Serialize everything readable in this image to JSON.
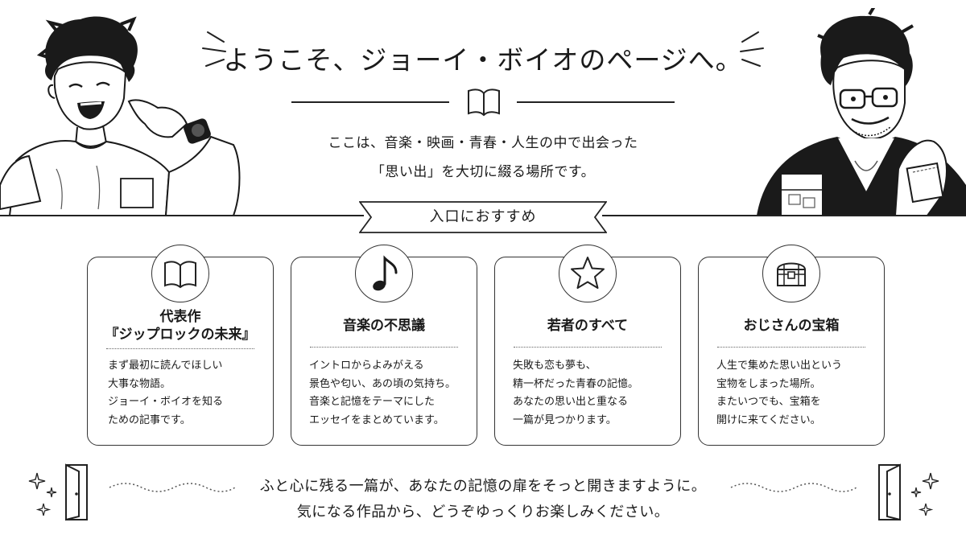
{
  "header": {
    "title": "ようこそ、ジョーイ・ボイオのページへ。",
    "intro_lines": [
      "ここは、音楽・映画・青春・人生の中で出会った",
      "「思い出」を大切に綴る場所です。"
    ]
  },
  "banner": {
    "label": "入口におすすめ"
  },
  "cards": [
    {
      "icon": "open-book-icon",
      "title_lines": [
        "代表作",
        "『ジップロックの未来』"
      ],
      "desc": [
        "まず最初に読んでほしい",
        "大事な物語。",
        "ジョーイ・ボイオを知る",
        "ための記事です。"
      ]
    },
    {
      "icon": "music-note-icon",
      "title_lines": [
        "音楽の不思議"
      ],
      "desc": [
        "イントロからよみがえる",
        "景色や匂い、あの頃の気持ち。",
        "音楽と記憶をテーマにした",
        "エッセイをまとめています。"
      ]
    },
    {
      "icon": "star-icon",
      "title_lines": [
        "若者のすべて"
      ],
      "desc": [
        "失敗も恋も夢も、",
        "精一杯だった青春の記憶。",
        "あなたの思い出と重なる",
        "一篇が見つかります。"
      ]
    },
    {
      "icon": "treasure-chest-icon",
      "title_lines": [
        "おじさんの宝箱"
      ],
      "desc": [
        "人生で集めた思い出という",
        "宝物をしまった場所。",
        "またいつでも、宝箱を",
        "開けに来てください。"
      ]
    }
  ],
  "footer": {
    "lines": [
      "ふと心に残る一篇が、あなたの記憶の扉をそっと開きますように。",
      "気になる作品から、どうぞゆっくりお楽しみください。"
    ]
  }
}
